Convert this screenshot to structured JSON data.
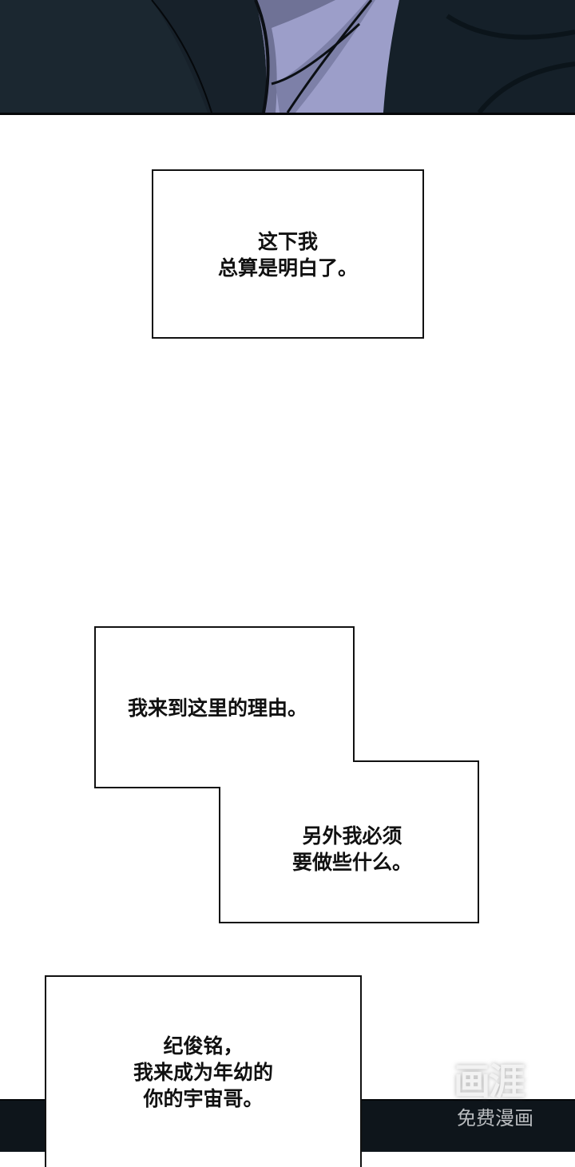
{
  "top_panel": {
    "description": "dark illustrated comic panel showing close-up of dark jacket and lavender shirt",
    "colors": {
      "dark": "#17212a",
      "shirt": "#9c9ec9",
      "shirt_shadow": "#6f7296",
      "border": "#050709"
    }
  },
  "captions": [
    {
      "id": "caption-1",
      "lines": [
        "这下我",
        "总算是明白了。"
      ]
    },
    {
      "id": "caption-2a",
      "lines": [
        "我来到这里的理由。"
      ]
    },
    {
      "id": "caption-2b",
      "lines": [
        "另外我必须",
        "要做些什么。"
      ]
    },
    {
      "id": "caption-3",
      "lines": [
        "纪俊铭，",
        "我来成为年幼的",
        "你的宇宙哥。"
      ]
    }
  ],
  "watermark": {
    "logo": "画涯",
    "subtitle": "免费漫画"
  },
  "bottom_panel": {
    "color": "#0e151b"
  }
}
